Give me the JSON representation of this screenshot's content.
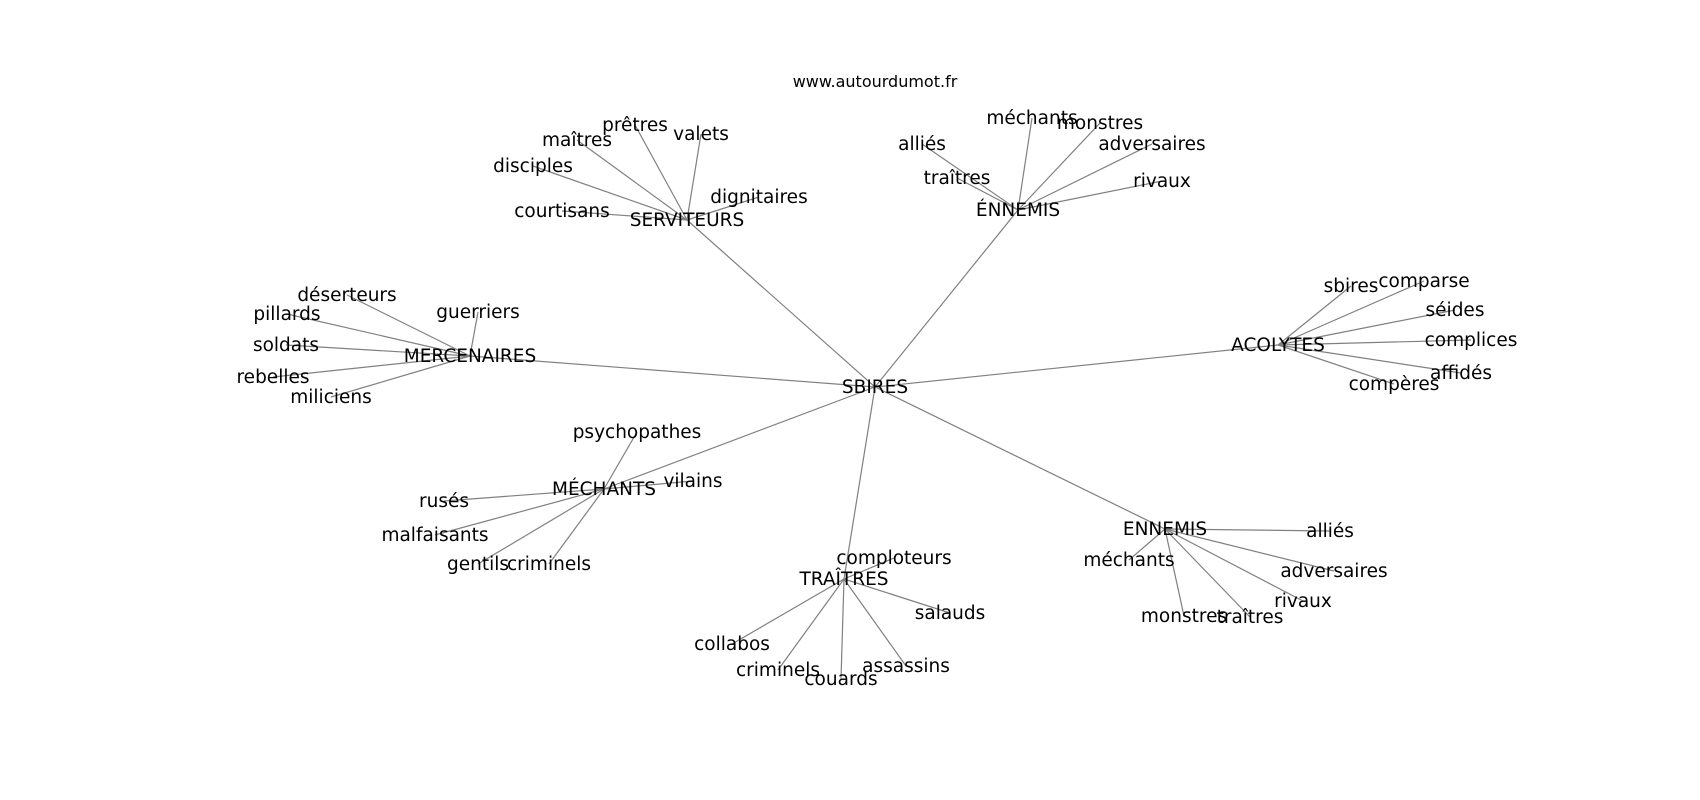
{
  "site": "www.autourdumot.fr",
  "center": "SBIRES",
  "clusters": [
    {
      "hub": "SERVITEURS",
      "words": [
        "disciples",
        "maîtres",
        "prêtres",
        "valets",
        "dignitaires",
        "courtisans"
      ]
    },
    {
      "hub": "ÉNNEMIS",
      "words": [
        "alliés",
        "méchants",
        "monstres",
        "adversaires",
        "traîtres",
        "rivaux"
      ]
    },
    {
      "hub": "MERCENAIRES",
      "words": [
        "déserteurs",
        "pillards",
        "guerriers",
        "soldats",
        "rebelles",
        "miliciens"
      ]
    },
    {
      "hub": "ACOLYTES",
      "words": [
        "sbires",
        "comparse",
        "séides",
        "complices",
        "affidés",
        "compères"
      ]
    },
    {
      "hub": "MÉCHANTS",
      "words": [
        "psychopathes",
        "vilains",
        "rusés",
        "malfaisants",
        "gentils",
        "criminels"
      ]
    },
    {
      "hub": "TRAÎTRES",
      "words": [
        "comploteurs",
        "salauds",
        "collabos",
        "criminels",
        "assassins",
        "couards"
      ]
    },
    {
      "hub": "ENNEMIS",
      "words": [
        "alliés",
        "méchants",
        "adversaires",
        "rivaux",
        "monstres",
        "traîtres"
      ]
    }
  ]
}
